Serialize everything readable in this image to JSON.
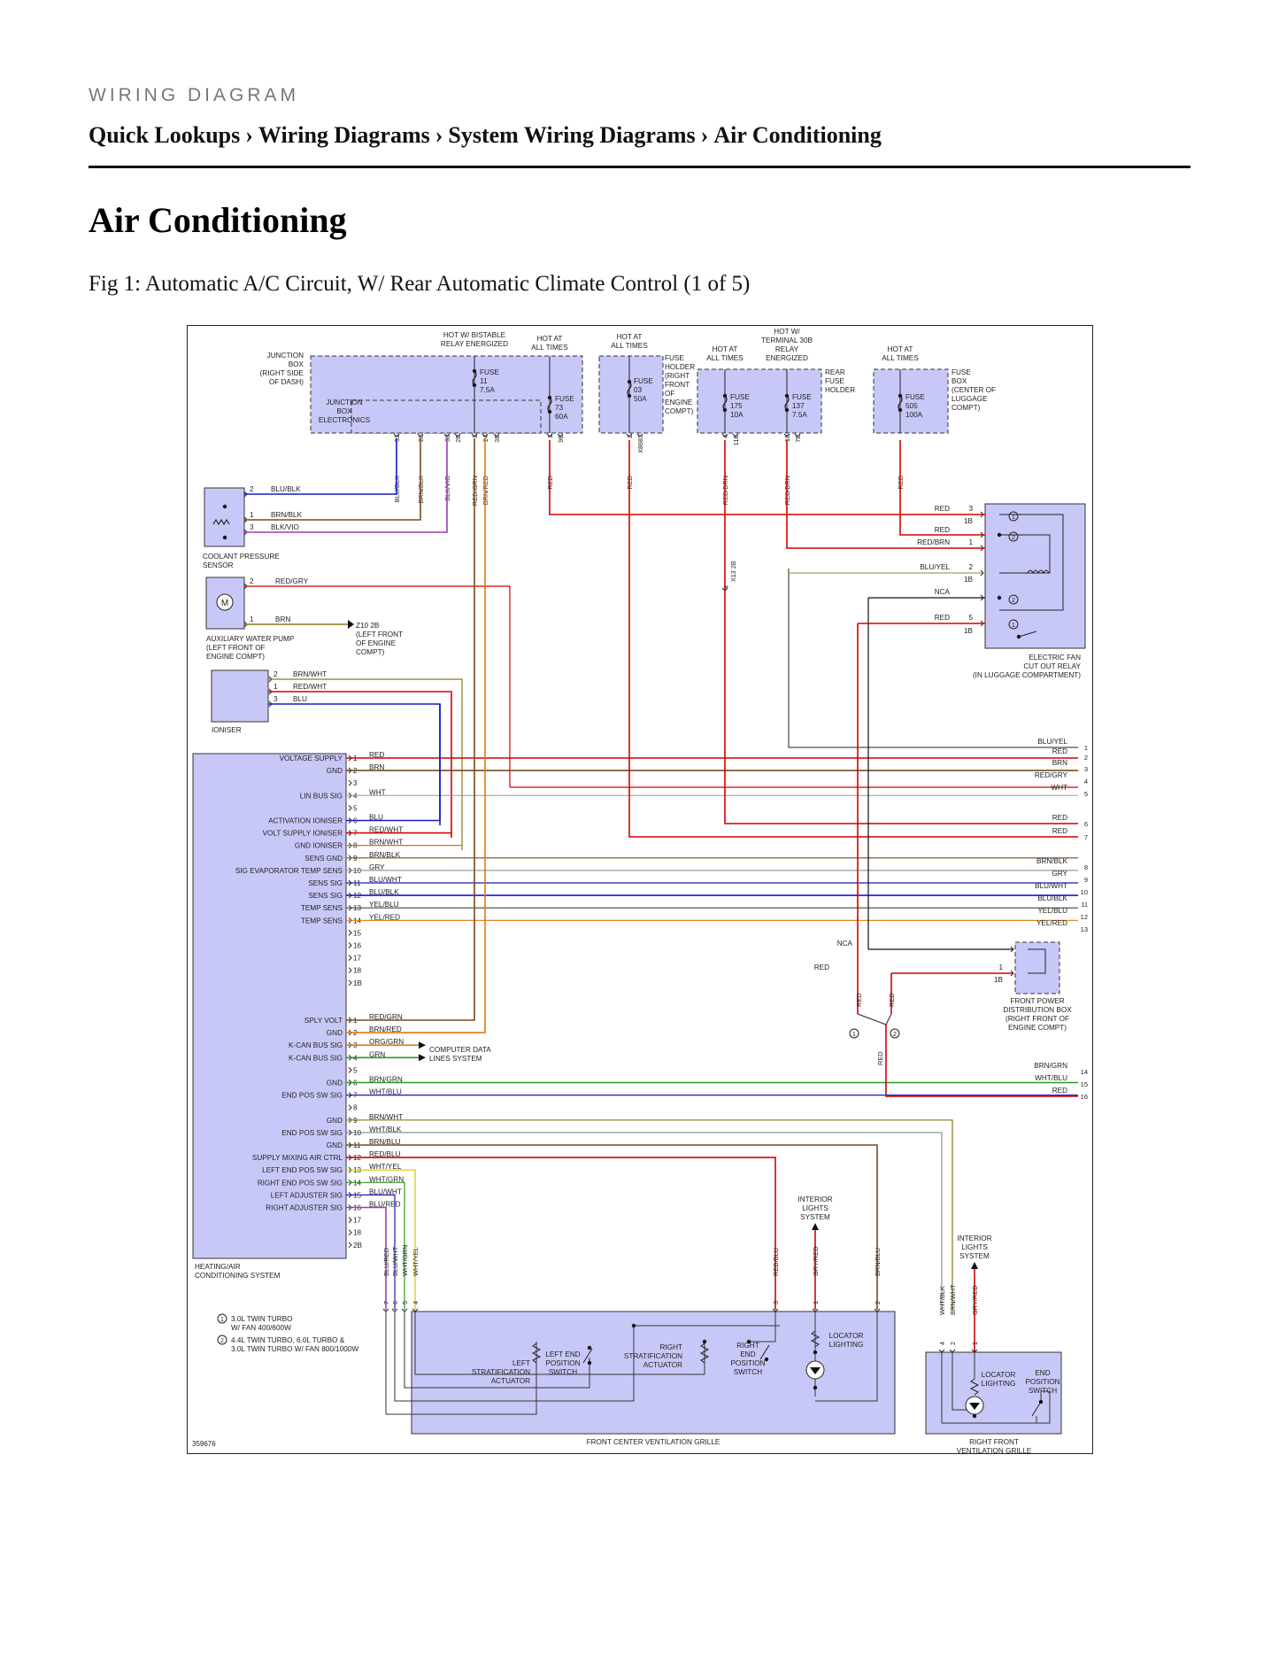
{
  "header": {
    "eyebrow": "WIRING DIAGRAM",
    "breadcrumb": [
      "Quick Lookups",
      "Wiring Diagrams",
      "System Wiring Diagrams",
      "Air Conditioning"
    ],
    "separator": "›"
  },
  "page_title": "Air Conditioning",
  "figure_caption": "Fig 1: Automatic A/C Circuit, W/ Rear Automatic Climate Control (1 of 5)",
  "diagram": {
    "figure_number": "359676",
    "colors": {
      "red": "#d40000",
      "blue": "#1818c8",
      "brown": "#7a4a1e",
      "violet": "#9a3fb0",
      "gray": "#9a9a9a",
      "yellow": "#d8c200",
      "green": "#2a9a2a",
      "orange": "#e07a10",
      "black": "#111111",
      "olive": "#8a7a20",
      "module_fill": "#c8c8f8"
    },
    "supply_labels": [
      [
        "HOT W/ BISTABLE",
        "RELAY ENERGIZED"
      ],
      [
        "HOT AT",
        "ALL TIMES"
      ],
      [
        "HOT AT",
        "ALL TIMES"
      ],
      [
        "HOT AT",
        "ALL TIMES"
      ],
      [
        "HOT W/",
        "TERMINAL 30B",
        "RELAY",
        "ENERGIZED"
      ],
      [
        "HOT AT",
        "ALL TIMES"
      ]
    ],
    "junction_box_label": [
      "JUNCTION",
      "BOX",
      "(RIGHT SIDE",
      "OF DASH)"
    ],
    "jb_electronics_label": [
      "JUNCTION",
      "BOX",
      "ELECTRONICS"
    ],
    "fuses": [
      [
        "FUSE",
        "11",
        "7.5A"
      ],
      [
        "FUSE",
        "73",
        "60A"
      ],
      [
        "FUSE",
        "03",
        "50A"
      ],
      [
        "FUSE",
        "175",
        "10A"
      ],
      [
        "FUSE",
        "137",
        "7.5A"
      ],
      [
        "FUSE",
        "505",
        "100A"
      ]
    ],
    "fuse_holder_label": [
      "FUSE",
      "HOLDER",
      "(RIGHT",
      "FRONT",
      "OF",
      "ENGINE",
      "COMPT)"
    ],
    "rear_fuse_holder_label": [
      "REAR",
      "FUSE",
      "HOLDER"
    ],
    "fuse_box_label": [
      "FUSE",
      "BOX",
      "(CENTER OF",
      "LUGGAGE",
      "COMPT)"
    ],
    "top_pins": [
      "51",
      "26",
      "30",
      "2B",
      "1",
      "24",
      "3B",
      "1",
      "9B",
      "2",
      "X8683",
      "4",
      "11B",
      "10",
      "7B"
    ],
    "top_wires": [
      "BLU/BLK",
      "BRN/BLK",
      "BLK/VIO",
      "RED/GRN",
      "BRN/RED",
      "RED",
      "RED",
      "RED/BRN",
      "RED/BRN",
      "RED"
    ],
    "coolant_sensor": {
      "label": [
        "COOLANT PRESSURE",
        "SENSOR"
      ],
      "pins": [
        "2",
        "1",
        "3"
      ],
      "wires": [
        "BLU/BLK",
        "BRN/BLK",
        "BLK/VIO"
      ]
    },
    "water_pump": {
      "label": [
        "AUXILIARY WATER PUMP",
        "(LEFT FRONT OF",
        "ENGINE COMPT)"
      ],
      "pins": [
        "2",
        "1"
      ],
      "wires": [
        "RED/GRY",
        "BRN"
      ],
      "symbol": "M",
      "ground": [
        "Z10 2B",
        "(LEFT FRONT",
        "OF ENGINE",
        "COMPT)"
      ]
    },
    "ioniser": {
      "label": "IONISER",
      "pins": [
        "2",
        "1",
        "3"
      ],
      "wires": [
        "BRN/WHT",
        "RED/WHT",
        "BLU"
      ]
    },
    "splice": [
      "4",
      "X13 2B"
    ],
    "fan_relay": {
      "label": [
        "ELECTRIC FAN",
        "CUT OUT RELAY",
        "(IN LUGGAGE COMPARTMENT)"
      ],
      "pins": [
        "3",
        "1B",
        "1",
        "2",
        "1B",
        "5",
        "1B"
      ],
      "wires": [
        "RED",
        "RED",
        "RED/BRN",
        "BLU/YEL",
        "NCA",
        "RED"
      ],
      "notes": [
        "1",
        "2",
        "2",
        "1"
      ]
    },
    "hvac_module": {
      "label": [
        "HEATING/AIR",
        "CONDITIONING SYSTEM"
      ],
      "signals_a": [
        "VOLTAGE SUPPLY",
        "GND",
        "",
        "LIN BUS SIG",
        "",
        "ACTIVATION IONISER",
        "VOLT SUPPLY IONISER",
        "GND IONISER",
        "SENS GND",
        "SIG EVAPORATOR TEMP SENS",
        "SENS SIG",
        "SENS SIG",
        "TEMP SENS",
        "TEMP SENS",
        "",
        "",
        "",
        "",
        ""
      ],
      "pins_a": [
        "1",
        "2",
        "3",
        "4",
        "5",
        "6",
        "7",
        "8",
        "9",
        "10",
        "11",
        "12",
        "13",
        "14",
        "15",
        "16",
        "17",
        "18",
        "1B"
      ],
      "wires_a": [
        "RED",
        "BRN",
        "",
        "WHT",
        "",
        "BLU",
        "RED/WHT",
        "BRN/WHT",
        "BRN/BLK",
        "GRY",
        "BLU/WHT",
        "BLU/BLK",
        "YEL/BLU",
        "YEL/RED",
        "",
        "",
        "",
        "",
        ""
      ],
      "signals_b": [
        "SPLY VOLT",
        "GND",
        "K-CAN BUS SIG",
        "K-CAN BUS SIG",
        "",
        "GND",
        "END POS SW SIG",
        "",
        "GND",
        "END POS SW SIG",
        "GND",
        "SUPPLY MIXING AIR CTRL",
        "LEFT END POS SW SIG",
        "RIGHT END POS SW SIG",
        "LEFT ADJUSTER SIG",
        "RIGHT ADJUSTER SIG",
        "",
        "",
        ""
      ],
      "pins_b": [
        "1",
        "2",
        "3",
        "4",
        "5",
        "6",
        "7",
        "8",
        "9",
        "10",
        "11",
        "12",
        "13",
        "14",
        "15",
        "16",
        "17",
        "18",
        "2B"
      ],
      "wires_b": [
        "RED/GRN",
        "BRN/RED",
        "ORG/GRN",
        "GRN",
        "",
        "BRN/GRN",
        "WHT/BLU",
        "",
        "BRN/WHT",
        "WHT/BLK",
        "BRN/BLU",
        "RED/BLU",
        "WHT/YEL",
        "WHT/GRN",
        "BLU/WHT",
        "BLU/RED",
        "",
        "",
        ""
      ]
    },
    "computer_data_label": [
      "COMPUTER DATA",
      "LINES SYSTEM"
    ],
    "right_edge": {
      "wires": [
        "BLU/YEL",
        "RED",
        "BRN",
        "RED/GRY",
        "WHT",
        "RED",
        "RED",
        "BRN/BLK",
        "GRY",
        "BLU/WHT",
        "BLU/BLK",
        "YEL/BLU",
        "YEL/RED",
        "BRN/GRN",
        "WHT/BLU",
        "RED"
      ],
      "refs": [
        "1",
        "2",
        "3",
        "4",
        "5",
        "6",
        "7",
        "8",
        "9",
        "10",
        "11",
        "12",
        "13",
        "14",
        "15",
        "16"
      ]
    },
    "front_power_box": {
      "label": [
        "FRONT POWER",
        "DISTRIBUTION BOX",
        "(RIGHT FRONT OF",
        "ENGINE COMPT)"
      ],
      "wires": [
        "NCA",
        "RED"
      ],
      "pins": [
        "1",
        "1B"
      ]
    },
    "split_wires": [
      "RED",
      "RED",
      "RED"
    ],
    "split_notes": [
      "1",
      "2"
    ],
    "interior_lights_label": [
      "INTERIOR",
      "LIGHTS",
      "SYSTEM"
    ],
    "center_grille": {
      "label": "FRONT CENTER VENTILATION GRILLE",
      "pins": [
        "7",
        "6",
        "5",
        "4",
        "3",
        "1",
        "2"
      ],
      "wires": [
        "BLU/RED",
        "BLU/WHT",
        "WHT/GRN",
        "WHT/YEL",
        "RED/BLU",
        "GRY/RED",
        "BRN/BLU"
      ],
      "components": [
        [
          "LEFT",
          "STRATIFICATION",
          "ACTUATOR"
        ],
        [
          "LEFT END",
          "POSITION",
          "SWITCH"
        ],
        [
          "RIGHT",
          "STRATIFICATION",
          "ACTUATOR"
        ],
        [
          "RIGHT",
          "END",
          "POSITION",
          "SWITCH"
        ],
        [
          "LOCATOR",
          "LIGHTING"
        ]
      ]
    },
    "right_grille": {
      "label": [
        "RIGHT FRONT",
        "VENTILATION GRILLE"
      ],
      "pins": [
        "4",
        "2",
        "1"
      ],
      "wires": [
        "WHT/BLK",
        "BRN/WHT",
        "GRY/RED"
      ],
      "components": [
        [
          "LOCATOR",
          "LIGHTING"
        ],
        [
          "END",
          "POSITION",
          "SWITCH"
        ]
      ]
    },
    "legend": [
      {
        "num": "1",
        "lines": [
          "3.0L TWIN TURBO",
          "W/ FAN 400/600W"
        ]
      },
      {
        "num": "2",
        "lines": [
          "4.4L TWIN TURBO, 6.0L TURBO &",
          "3.0L TWIN TURBO W/ FAN 800/1000W"
        ]
      }
    ]
  }
}
